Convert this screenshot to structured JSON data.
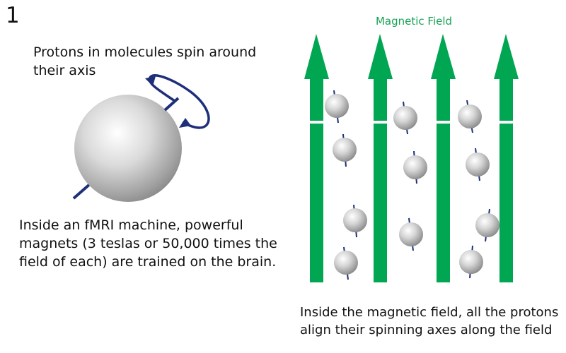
{
  "step_number": "1",
  "proton_caption": "Protons in molecules spin around their axis",
  "magnet_caption": "Inside an fMRI machine, powerful magnets (3 teslas or 50,000 times the field of each) are trained on the brain.",
  "aligned_caption": "Inside the magnetic field, all the protons align their spinning axes along the field",
  "field_label": "Magnetic Field",
  "colors": {
    "field_arrow": "#00a651",
    "field_label": "#1aa356",
    "spin_axis": "#1e2f7a",
    "proton": "#c8c8c8"
  }
}
